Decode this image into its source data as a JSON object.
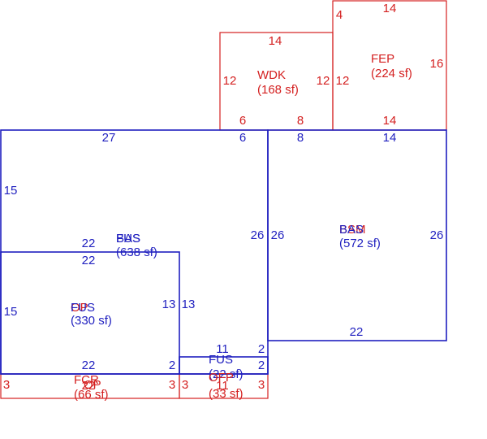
{
  "colors": {
    "blue": "#1f1fbf",
    "red": "#d42020"
  },
  "areas": {
    "wdk": {
      "code": "WDK",
      "area": "(168 sf)"
    },
    "fep": {
      "code": "FEP",
      "area": "(224 sf)"
    },
    "bas": {
      "code": "BAS",
      "overlay_code": "FUS",
      "area": "(638 sf)"
    },
    "bsm": {
      "code": "BSM",
      "overlay_code": "BAS",
      "area": "(572 sf)"
    },
    "fus": {
      "code": "FUS",
      "overlay_code": "OP",
      "area": "(330 sf)"
    },
    "fus_small": {
      "code": "FUS",
      "area": "(22 sf)"
    },
    "fcr": {
      "code": "FCR",
      "overlay_code": "OP",
      "area": "(66 sf)"
    },
    "ofp": {
      "code": "OFP",
      "area": "(33 sf)"
    }
  },
  "dimensions": {
    "wdk_top": "14",
    "wdk_left": "12",
    "wdk_right": "12",
    "wdk_bottom_left": "6",
    "wdk_bottom_right": "8",
    "fep_top": "14",
    "fep_left_upper": "4",
    "fep_left": "12",
    "fep_right": "16",
    "fep_bottom": "14",
    "bas_top": "27",
    "bas_top_right": "6",
    "bas_left": "15",
    "bas_right": "26",
    "bas_inner": "22",
    "bsm_top_left": "8",
    "bsm_top": "14",
    "bsm_left": "26",
    "bsm_right": "26",
    "bsm_bottom": "22",
    "fus_top": "22",
    "fus_left": "15",
    "fus_right": "13",
    "fus_bottom": "22",
    "fus_small_right": "2",
    "step_left": "13",
    "step_top": "11",
    "step_right": "2",
    "step_side": "2",
    "fcr_left": "3",
    "fcr_right": "3",
    "fcr_overlay": "22",
    "ofp_left": "3",
    "ofp_right": "3",
    "ofp_overlay": "11"
  }
}
